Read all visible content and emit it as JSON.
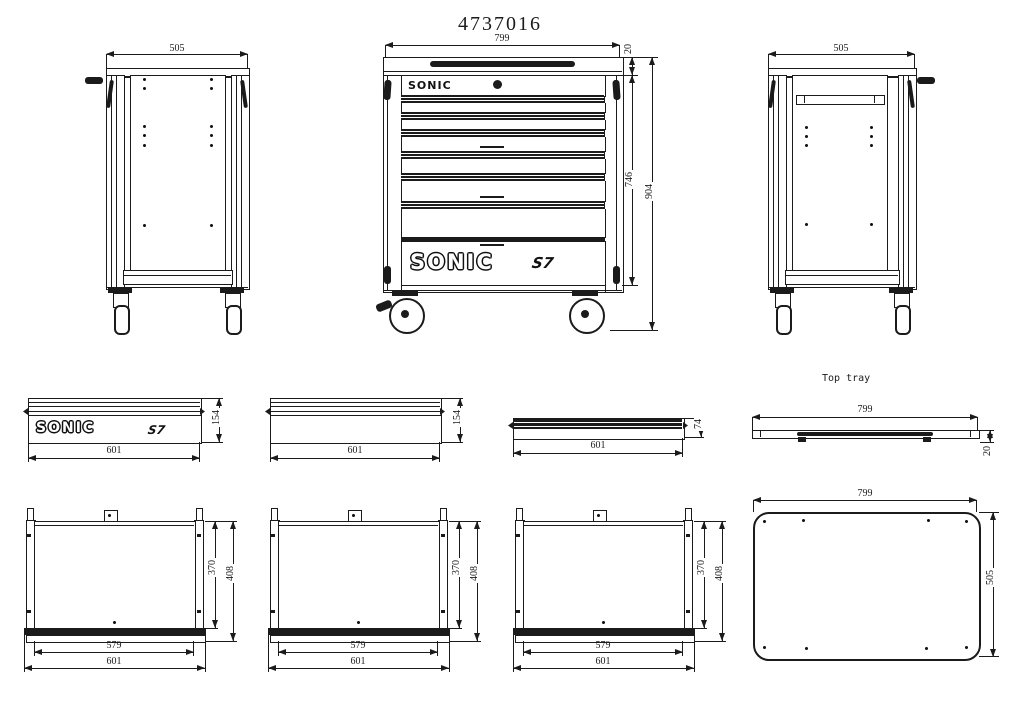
{
  "title": "4737016",
  "brand": {
    "wordmark": "SONIC",
    "series": "S7"
  },
  "labels": {
    "top_tray": "Top tray"
  },
  "dims": {
    "side_left_width": "505",
    "side_right_width": "505",
    "front_width": "799",
    "front_lid_height": "20",
    "front_body_height": "746",
    "front_total_height": "904",
    "drawer_large_width": "601",
    "drawer_large_height": "154",
    "drawer_shallow_width": "601",
    "drawer_shallow_height": "74",
    "top_tray_width": "799",
    "top_tray_height": "20",
    "box_inner_width": "579",
    "box_outer_width": "601",
    "box_inner_depth": "370",
    "box_outer_depth": "408",
    "pan_width": "799",
    "pan_depth": "505"
  }
}
